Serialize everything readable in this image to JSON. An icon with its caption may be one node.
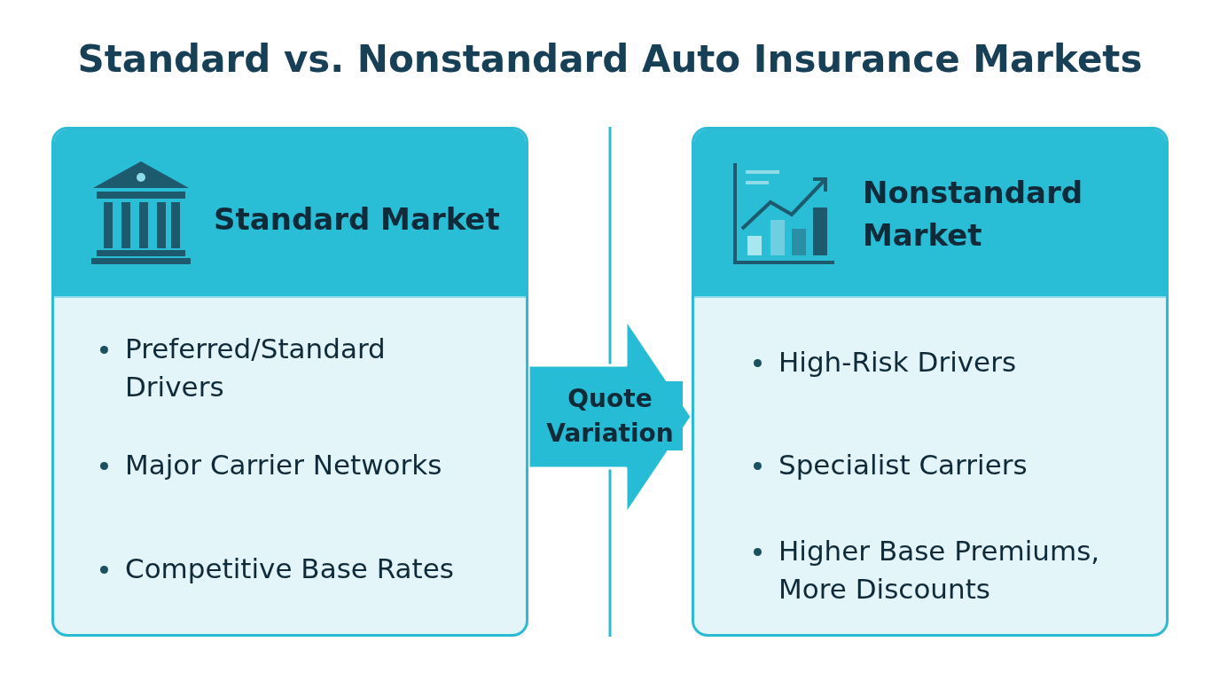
{
  "diagram": {
    "title": "Standard vs. Nonstandard Auto Insurance Markets",
    "nodes": [
      {
        "text": [
          "Standard Market",
          "Preferred/Standard Drivers",
          "Major Carrier Networks",
          "Competitive Base Rates"
        ]
      },
      {
        "text": [
          "Nonstandard Market",
          "High-Risk Drivers",
          "Specialist Carriers",
          "Higher Base Premiums, More Discounts"
        ]
      }
    ],
    "edges": [
      {
        "from": 0,
        "to": 1,
        "arrow": "to",
        "label": "Quote Variation"
      }
    ]
  }
}
